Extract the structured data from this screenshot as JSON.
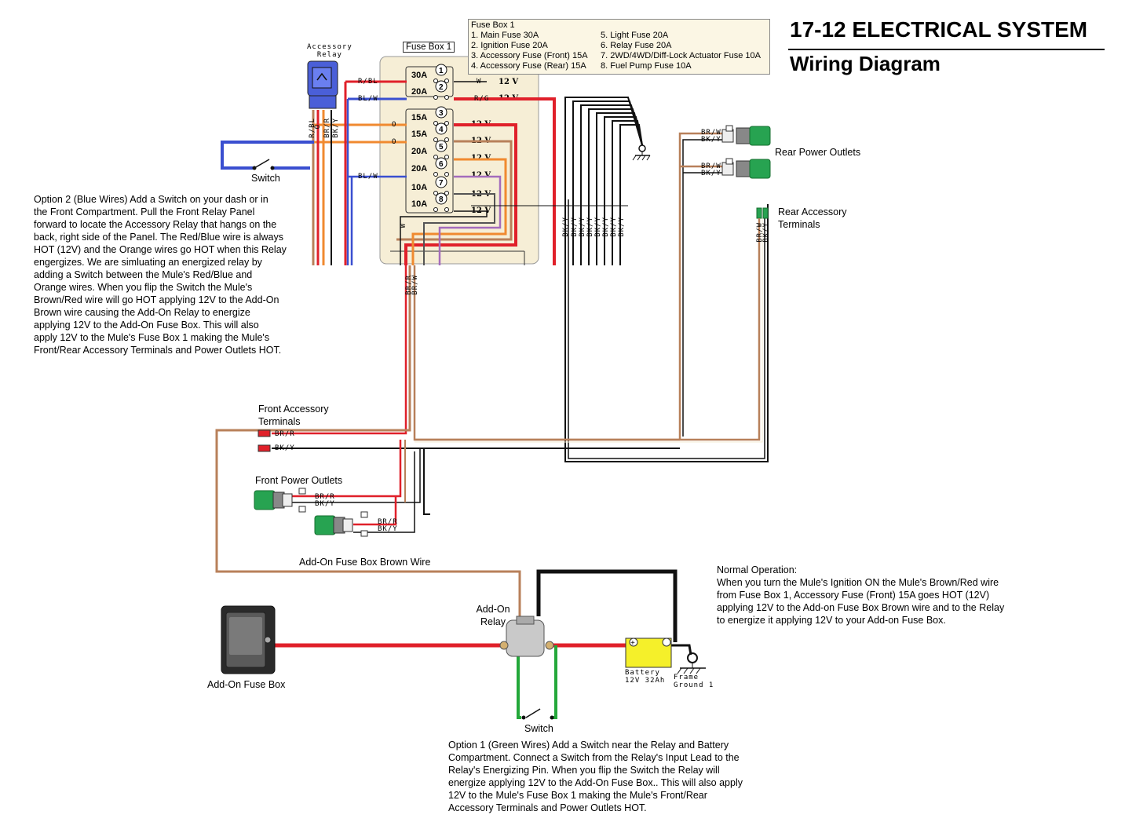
{
  "header": {
    "title": "17-12 ELECTRICAL SYSTEM",
    "subtitle": "Wiring Diagram"
  },
  "legend": {
    "title": "Fuse Box 1",
    "col1": [
      "1. Main Fuse 30A",
      "2. Ignition Fuse 20A",
      "3. Accessory Fuse (Front) 15A",
      "4. Accessory Fuse (Rear) 15A"
    ],
    "col2": [
      "5. Light Fuse 20A",
      "6. Relay Fuse 20A",
      "7. 2WD/4WD/Diff-Lock Actuator Fuse 10A",
      "8. Fuel Pump Fuse 10A"
    ]
  },
  "fuse_box": {
    "label": "Fuse Box 1",
    "fuses": [
      {
        "num": "1",
        "rating": "30A",
        "voltage": "12 V",
        "wire": "W"
      },
      {
        "num": "2",
        "rating": "20A",
        "voltage": "12 V",
        "wire": "R/G"
      },
      {
        "num": "3",
        "rating": "15A",
        "voltage": "12 V",
        "wire": ""
      },
      {
        "num": "4",
        "rating": "15A",
        "voltage": "12 V",
        "wire": ""
      },
      {
        "num": "5",
        "rating": "20A",
        "voltage": "12 V",
        "wire": ""
      },
      {
        "num": "6",
        "rating": "20A",
        "voltage": "12 V",
        "wire": ""
      },
      {
        "num": "7",
        "rating": "10A",
        "voltage": "12 V",
        "wire": ""
      },
      {
        "num": "8",
        "rating": "10A",
        "voltage": "12 V",
        "wire": ""
      }
    ],
    "side_wires": [
      "R/BL",
      "BL/W",
      "O",
      "O",
      "BL/W"
    ]
  },
  "accessory_relay": {
    "label": "Accessory\nRelay",
    "wires": [
      "R/BL",
      "O",
      "BR/R",
      "BK/Y"
    ]
  },
  "switch_top": {
    "label": "Switch"
  },
  "switch_bottom": {
    "label": "Switch"
  },
  "option2_note": "Option 2 (Blue Wires) Add a Switch on your dash or in\nthe Front Compartment. Pull the Front Relay Panel\nforward to locate the Accessory Relay that hangs on the\nback, right side of the Panel. The Red/Blue wire is always\nHOT (12V) and the Orange wires go HOT when this Relay\nengergizes.  We are simluating an energized relay by\nadding a Switch between the Mule's Red/Blue and\nOrange wires. When you flip the Switch the Mule's\nBrown/Red wire will go HOT applying 12V to the Add-On\nBrown wire causing the Add-On Relay to energize\napplying 12V to the Add-On Fuse Box.  This will also\napply 12V to the Mule's Fuse Box 1 making the Mule's\nFront/Rear Accessory Terminals and Power Outlets HOT.",
  "normal_note": "Normal Operation:\nWhen you turn the Mule's Ignition ON the Mule's Brown/Red wire\nfrom Fuse Box 1, Accessory Fuse (Front) 15A goes HOT (12V)\napplying 12V to the Add-on Fuse Box Brown wire and to the Relay\nto energize it  applying 12V to your Add-on Fuse Box.",
  "option1_note": "Option 1 (Green Wires) Add a Switch near the Relay and Battery\nCompartment.  Connect a Switch from the Relay's Input Lead to the\nRelay's Energizing Pin. When you flip the Switch the Relay will\nenergize applying 12V to the Add-On Fuse Box..  This will also apply\n12V to the Mule's Fuse Box 1 making the Mule's Front/Rear\nAccessory Terminals and Power Outlets HOT.",
  "rear_power_outlets": {
    "label": "Rear Power Outlets",
    "wires": [
      "BR/W",
      "BK/Y"
    ]
  },
  "rear_accessory_terminals": {
    "label": "Rear Accessory\nTerminals",
    "wires": [
      "BR/W",
      "BK/Y"
    ]
  },
  "front_accessory_terminals": {
    "label": "Front Accessory\nTerminals",
    "wires": [
      "BR/R",
      "BK/Y"
    ]
  },
  "front_power_outlets": {
    "label": "Front Power Outlets",
    "wires": [
      "BR/R",
      "BK/Y"
    ]
  },
  "brown_wire_label": "Add-On Fuse Box Brown Wire",
  "addon_relay": {
    "label": "Add-On\nRelay"
  },
  "addon_fuse_box": {
    "label": "Add-On Fuse Box"
  },
  "battery": {
    "label": "Battery\n12V 32Ah"
  },
  "frame_ground": {
    "label": "Frame\nGround 1"
  },
  "bundle_wires": [
    "BK/Y",
    "BK/Y",
    "BK/Y",
    "BK/Y",
    "BK/Y",
    "BK/Y",
    "BK/Y",
    "BK/Y"
  ],
  "fusebox_bottom_wires": [
    "W",
    "BR/R",
    "BR/W"
  ],
  "colors": {
    "red": "#e0202a",
    "brown": "#b8805a",
    "orange": "#f08a30",
    "blue": "#3a4fd0",
    "green": "#24a83a",
    "black": "#000000",
    "tan": "#f6eed6",
    "outlet": "#27a351",
    "battery": "#f5f02a"
  }
}
